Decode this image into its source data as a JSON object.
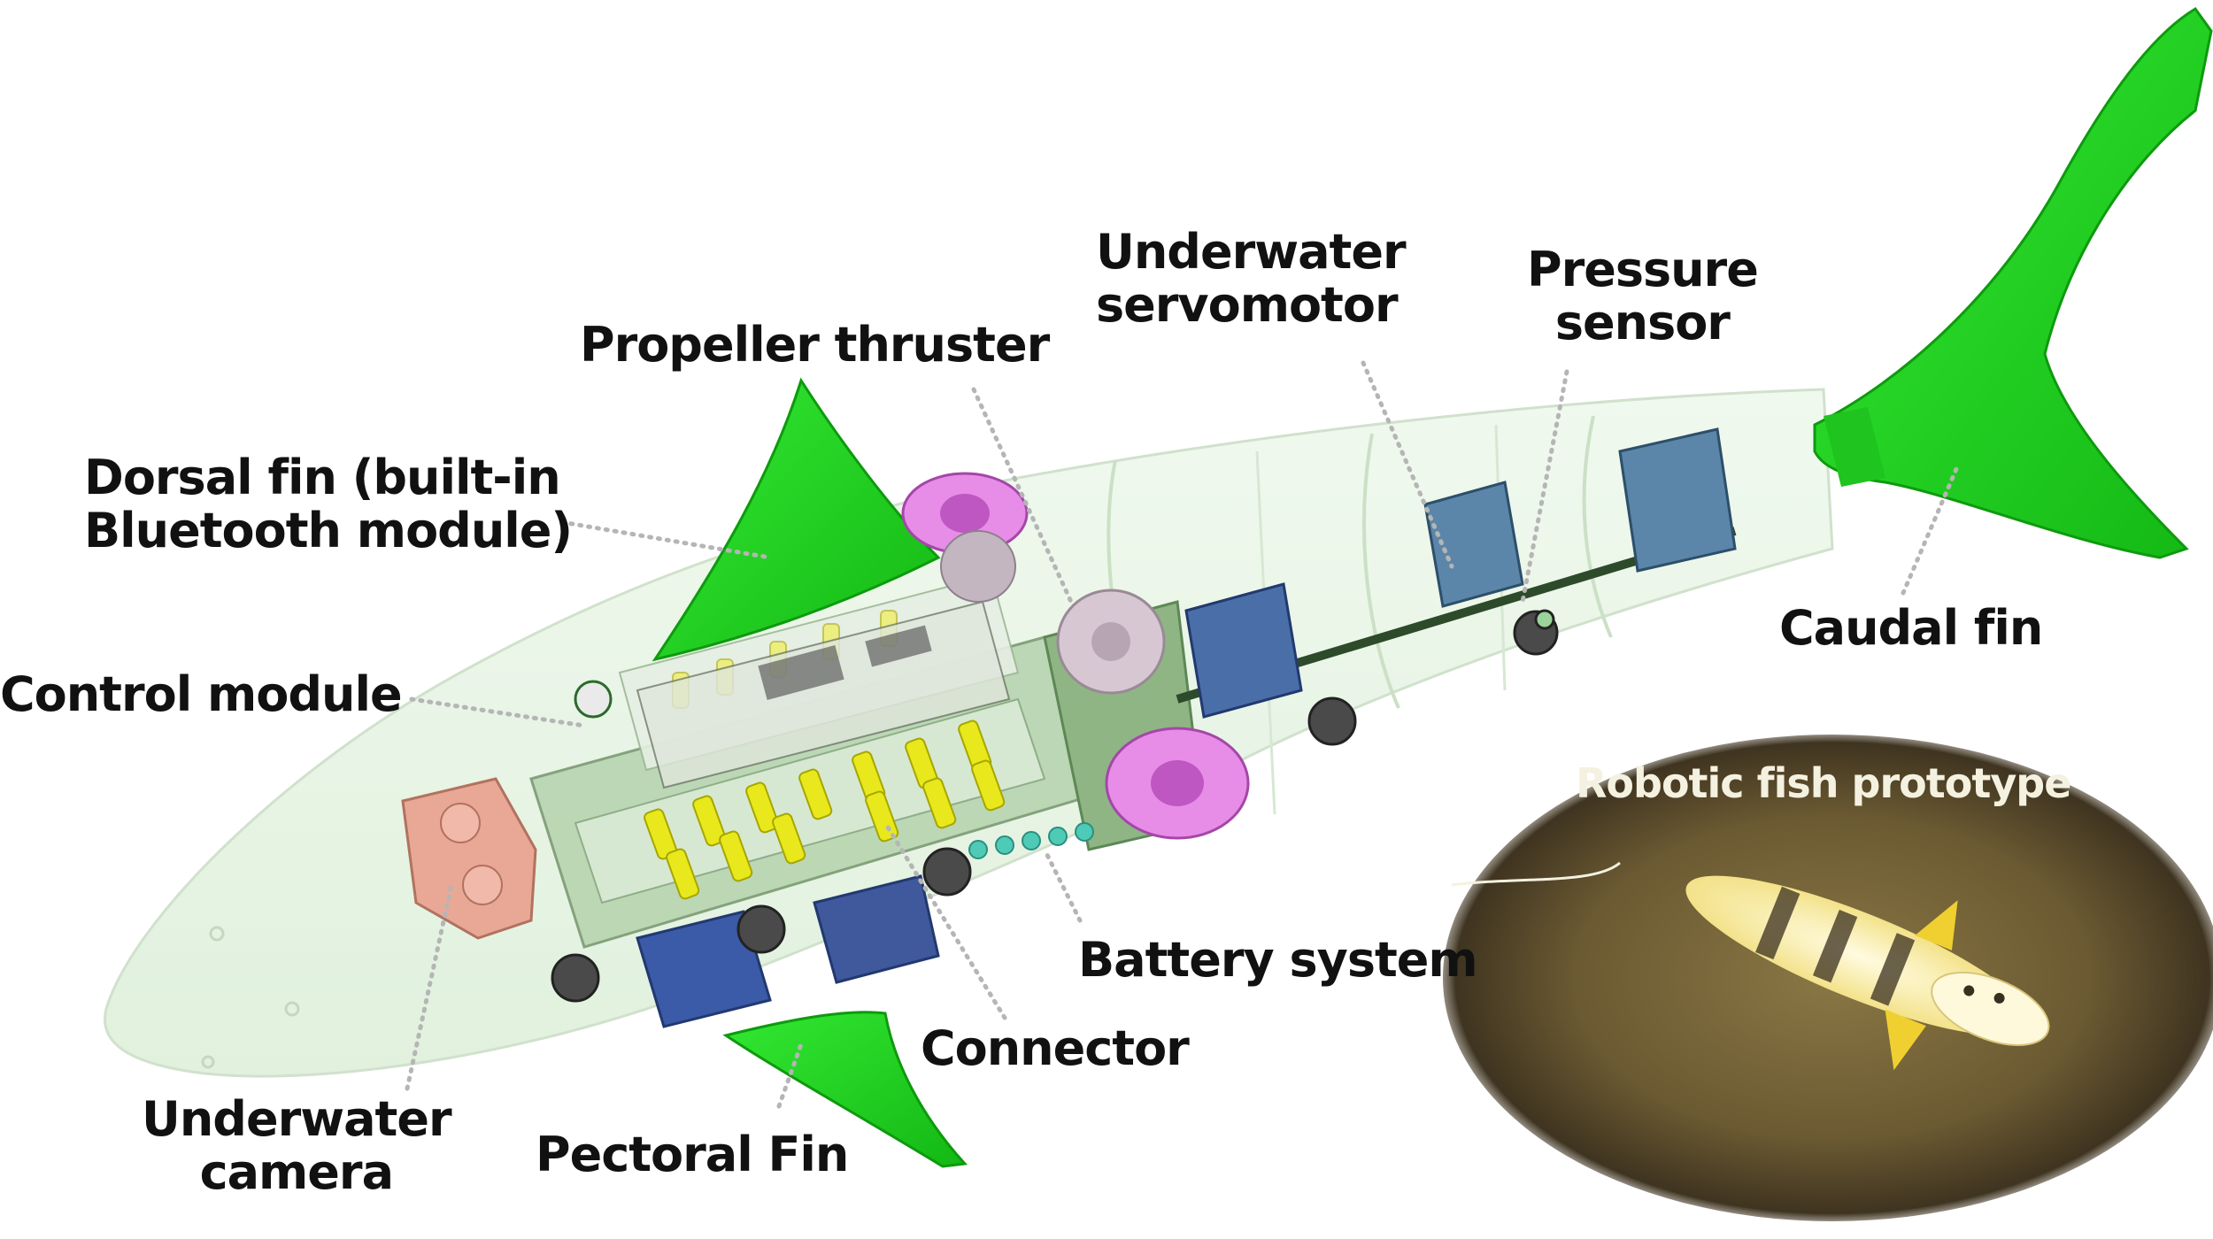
{
  "labels": {
    "propeller_thruster": "Propeller thruster",
    "underwater_servomotor": [
      "Underwater",
      "servomotor"
    ],
    "pressure_sensor": [
      "Pressure",
      "sensor"
    ],
    "dorsal_fin": [
      "Dorsal fin (built-in",
      "Bluetooth module)"
    ],
    "control_module": "Control module",
    "caudal_fin": "Caudal fin",
    "battery_system": "Battery system",
    "connector": "Connector",
    "underwater_camera": [
      "Underwater",
      "camera"
    ],
    "pectoral_fin": "Pectoral Fin"
  },
  "inset": {
    "title": "Robotic fish prototype"
  },
  "colors": {
    "fin_green": "#22dd22",
    "fin_green_dark": "#14a814",
    "body_shell": "#e3f3e0",
    "thruster_pink": "#e78de8",
    "servo_blue": "#4a6fa8",
    "battery_yellow": "#e8e81c",
    "camera_salmon": "#e9a896",
    "pond_brown": "#6b5a32",
    "leader_line": "#b5b5b5"
  }
}
